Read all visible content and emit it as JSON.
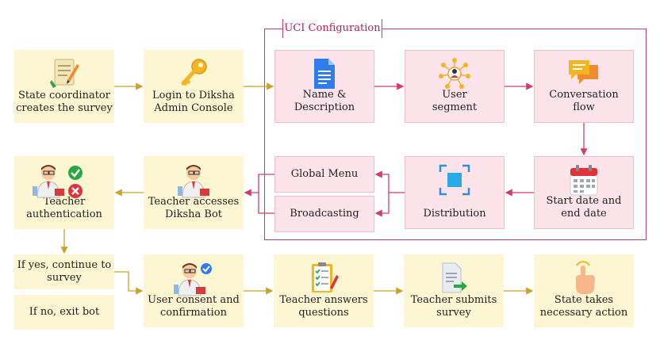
{
  "uci_title": "UCI Configuration",
  "steps": {
    "state_coordinator": {
      "line1": "State coordinator",
      "line2": "creates the survey"
    },
    "login": {
      "line1": "Login to Diksha",
      "line2": "Admin Console"
    },
    "name_desc": {
      "line1": "Name &",
      "line2": "Description"
    },
    "user_segment": {
      "line1": "User",
      "line2": "segment"
    },
    "conversation_flow": {
      "line1": "Conversation",
      "line2": "flow"
    },
    "start_end_date": {
      "line1": "Start date and",
      "line2": "end date"
    },
    "distribution": {
      "line1": "Distribution"
    },
    "global_menu": {
      "line1": "Global Menu"
    },
    "broadcasting": {
      "line1": "Broadcasting"
    },
    "teacher_accesses": {
      "line1": "Teacher accesses",
      "line2": "Diksha Bot"
    },
    "teacher_auth": {
      "line1": "Teacher",
      "line2": "authentication"
    },
    "if_yes": {
      "line1": "If yes, continue to",
      "line2": "survey"
    },
    "if_no": {
      "line1": "If no, exit bot"
    },
    "user_consent": {
      "line1": "User consent and",
      "line2": "confirmation"
    },
    "teacher_answers": {
      "line1": "Teacher answers",
      "line2": "questions"
    },
    "teacher_submits": {
      "line1": "Teacher submits",
      "line2": "survey"
    },
    "state_action": {
      "line1": "State takes",
      "line2": "necessary action"
    }
  },
  "colors": {
    "yellow_box": "#fdf6d2",
    "pink_box": "#fce4ea",
    "pink_arrow": "#d63a6b",
    "gold_arrow": "#c9a227"
  }
}
